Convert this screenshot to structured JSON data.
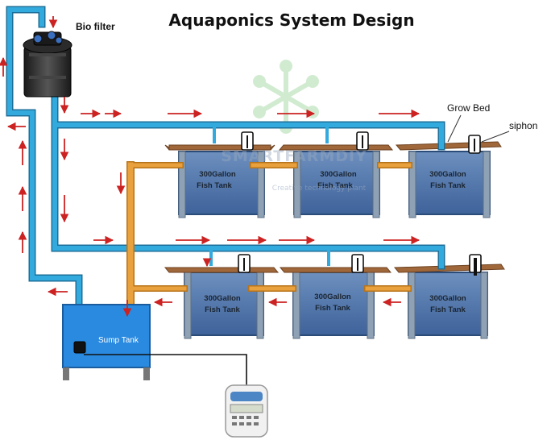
{
  "title": "Aquaponics System Design",
  "labels": {
    "bio_filter": "Bio filter",
    "grow_bed": "Grow Bed",
    "siphon": "siphon",
    "sump_tank": "Sump Tank"
  },
  "tank_label_line1": "300Gallon",
  "tank_label_line2": "Fish Tank",
  "watermark": {
    "brand": "SMARTFARMDIY",
    "tagline": "Creative technology plant"
  },
  "colors": {
    "water_pipe": "#33aadd",
    "water_pipe_edge": "#1d6f99",
    "return_pipe": "#e8a13c",
    "return_pipe_edge": "#b7741a",
    "tank_fill": "#4a73a8",
    "tank_edge": "#2b4b78",
    "grow_bed": "#a0683a",
    "flow_arrow": "#cc2222",
    "sump_fill": "#2a8ae0"
  }
}
